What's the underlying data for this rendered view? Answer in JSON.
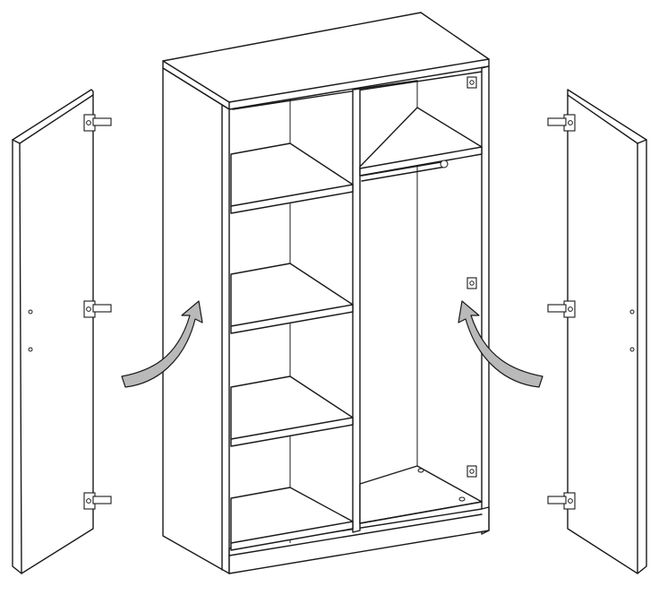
{
  "figure": {
    "subject": "",
    "labels": []
  },
  "colors": {
    "line": "#1a1a1a",
    "arrow_fill": "#b9b9b9",
    "background": "#ffffff"
  },
  "icons": [
    "left-door",
    "right-door",
    "wardrobe-carcass",
    "curved-arrow-left",
    "curved-arrow-right",
    "hinge-icon"
  ]
}
